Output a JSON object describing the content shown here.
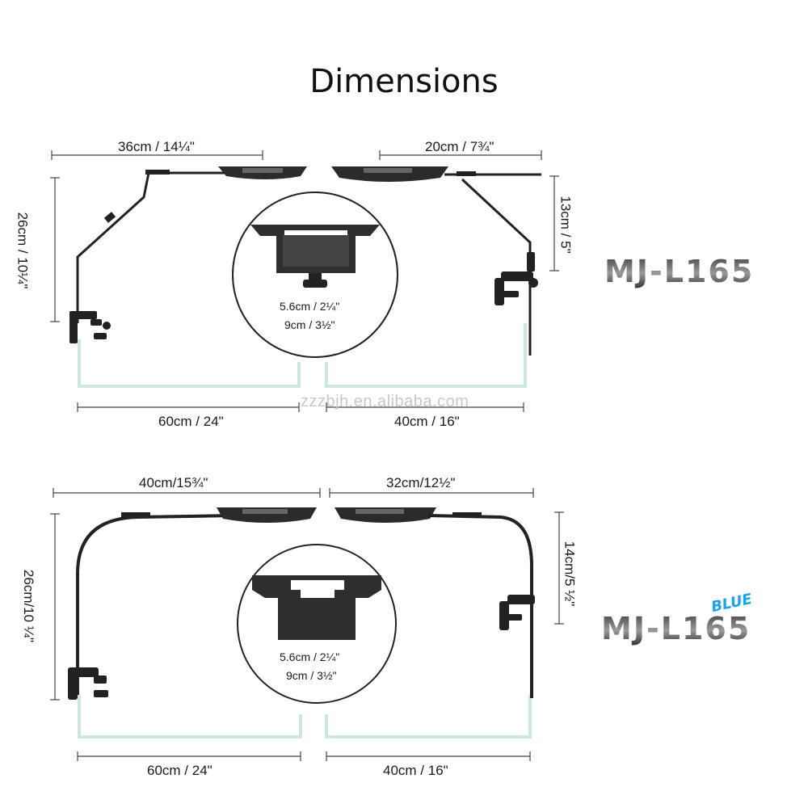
{
  "title": "Dimensions",
  "watermark": "zzzbjh.en.alibaba.com",
  "top": {
    "left_width": "36cm / 14¼\"",
    "right_width": "20cm / 7¾\"",
    "left_height": "26cm / 10¼\"",
    "right_height": "13cm / 5\"",
    "inner_small": "5.6cm / 2¼\"",
    "inner_large": "9cm / 3½\"",
    "bottom_left": "60cm / 24\"",
    "bottom_right": "40cm / 16\"",
    "model": "MJ-L165"
  },
  "bottom": {
    "left_width": "40cm/15¾\"",
    "right_width": "32cm/12½\"",
    "left_height": "26cm/10 ¼\"",
    "right_height": "14cm/5 ½\"",
    "inner_small": "5.6cm / 2¼\"",
    "inner_large": "9cm / 3½\"",
    "bottom_left": "60cm / 24\"",
    "bottom_right": "40cm / 16\"",
    "model": "MJ-L165",
    "badge": "BLUE"
  },
  "colors": {
    "line": "#222222",
    "tank": "#cfe6e3",
    "fixture": "#2b2b2b",
    "badge": "#1fa3e6"
  }
}
